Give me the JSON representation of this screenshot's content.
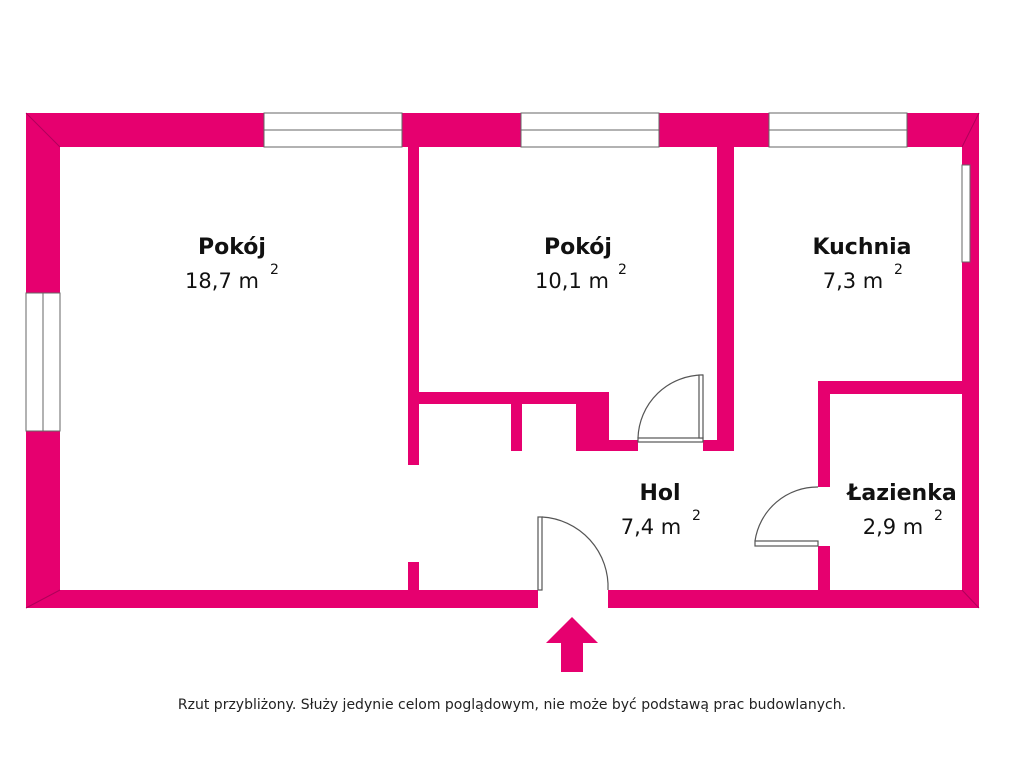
{
  "colors": {
    "wall": "#e6006f",
    "window": "#ffffff",
    "line": "#555555",
    "text": "#111111"
  },
  "rooms": [
    {
      "name": "Pokój",
      "area": "18,7 m",
      "sup": "2"
    },
    {
      "name": "Pokój",
      "area": "10,1 m",
      "sup": "2"
    },
    {
      "name": "Kuchnia",
      "area": "7,3 m",
      "sup": "2"
    },
    {
      "name": "Hol",
      "area": "7,4 m",
      "sup": "2"
    },
    {
      "name": "Łazienka",
      "area": "2,9 m",
      "sup": "2"
    }
  ],
  "entrance_icon": "arrow-up-icon",
  "disclaimer": "Rzut przybliżony. Służy jedynie celom poglądowym, nie może być podstawą prac budowlanych."
}
